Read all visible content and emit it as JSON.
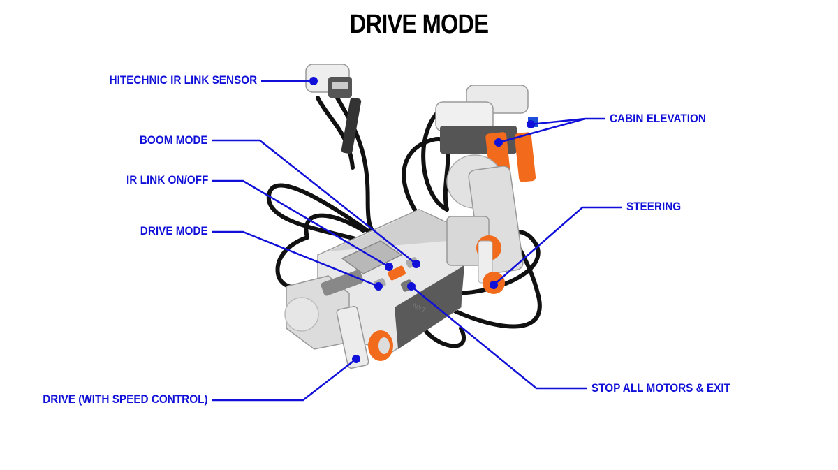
{
  "title": "DRIVE MODE",
  "colors": {
    "callout": "#1010d8",
    "title": "#000000",
    "brick_white": "#e8e8e8",
    "brick_gray": "#9a9a9a",
    "dark_gray": "#4a4a4a",
    "orange": "#f26a1b",
    "cable": "#111111",
    "screen": "#b8b8b8"
  },
  "callouts": {
    "ir_link_sensor": "HITECHNIC IR LINK SENSOR",
    "boom_mode": "BOOM MODE",
    "ir_link_onoff": "IR LINK ON/OFF",
    "drive_mode": "DRIVE MODE",
    "drive_speed": "DRIVE (WITH SPEED CONTROL)",
    "cabin_elevation": "CABIN ELEVATION",
    "steering": "STEERING",
    "stop_all": "STOP ALL MOTORS & EXIT"
  },
  "brick_label": "NXT"
}
